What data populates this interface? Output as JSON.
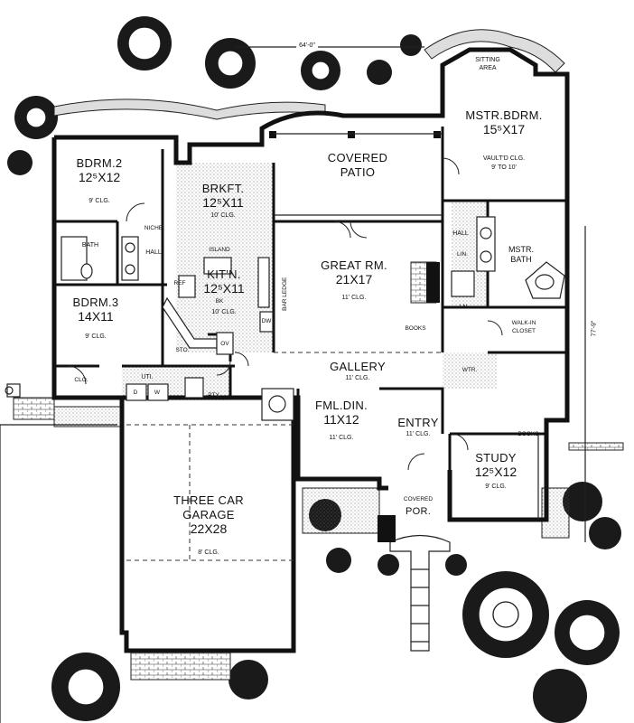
{
  "dimensions": {
    "width": "64'-0\"",
    "depth": "77'-9\""
  },
  "rooms": {
    "sitting": {
      "name": "SITTING",
      "name2": "AREA"
    },
    "master": {
      "name": "MSTR.BDRM.",
      "size": "15⁵X17",
      "clg": "VAULT'D CLG.",
      "clg2": "9' TO 10'"
    },
    "patio": {
      "name": "COVERED",
      "name2": "PATIO"
    },
    "bdrm2": {
      "name": "BDRM.2",
      "size": "12⁵X12",
      "clg": "9' CLG."
    },
    "bkft": {
      "name": "BRKFT.",
      "size": "12⁵X11",
      "clg": "10' CLG."
    },
    "kitchen": {
      "name": "KIT'N.",
      "size": "12⁵X11",
      "clg": "10' CLG."
    },
    "bdrm3": {
      "name": "BDRM.3",
      "size": "14X11",
      "clg": "9' CLG."
    },
    "great": {
      "name": "GREAT RM.",
      "size": "21X17",
      "clg": "11' CLG."
    },
    "mbath": {
      "name": "MSTR.",
      "name2": "BATH"
    },
    "walkin": {
      "name": "WALK-IN",
      "name2": "CLOSET"
    },
    "gallery": {
      "name": "GALLERY",
      "clg": "11' CLG."
    },
    "fmldin": {
      "name": "FML.DIN.",
      "size": "11X12",
      "clg": "11' CLG."
    },
    "entry": {
      "name": "ENTRY",
      "clg": "11' CLG."
    },
    "study": {
      "name": "STUDY",
      "size": "12⁵X12",
      "clg": "9' CLG."
    },
    "garage": {
      "name": "THREE CAR",
      "name2": "GARAGE",
      "size": "22X28",
      "clg": "8' CLG."
    },
    "porch": {
      "name": "COVERED",
      "name2": "POR."
    }
  },
  "labels": {
    "hall_left": "HALL",
    "hall_right": "HALL",
    "niche": "NICHE",
    "bath": "BATH",
    "island": "ISLAND",
    "bk": "BK",
    "ref": "REF",
    "dw": "DW",
    "ov": "OV",
    "sto": "STO.",
    "uti": "UTI.",
    "d": "D",
    "w": "W",
    "pty": "PTY.",
    "clo": "CLO.",
    "bar_ledge": "BAR LEDGE",
    "books_great": "BOOKS",
    "books_study": "BOOKS",
    "lin1": "LIN.",
    "lin2": "LN.",
    "wtr": "WTR."
  }
}
